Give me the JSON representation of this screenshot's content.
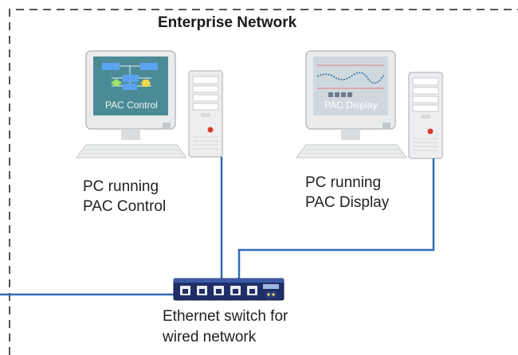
{
  "diagram": {
    "title": "Enterprise Network",
    "nodes": [
      {
        "id": "pc-control",
        "screen_label": "PAC Control",
        "caption_lines": [
          "PC running",
          "PAC Control"
        ]
      },
      {
        "id": "pc-display",
        "screen_label": "PAC Display",
        "caption_lines": [
          "PC running",
          "PAC Display"
        ]
      },
      {
        "id": "switch",
        "caption_lines": [
          "Ethernet switch for",
          "wired network"
        ]
      }
    ],
    "edges": [
      {
        "from": "pc-control",
        "to": "switch"
      },
      {
        "from": "pc-display",
        "to": "switch"
      },
      {
        "from": "switch",
        "to": "outside-boundary"
      }
    ],
    "colors": {
      "cable": "#2f6db5",
      "boundary": "#555555",
      "screen_bg": "#4a8b95",
      "switch_body": "#1f2f66",
      "flow_box": "#5ba3f0",
      "flow_diamond": "#9ee36a",
      "flow_hex": "#f5d94a"
    }
  }
}
